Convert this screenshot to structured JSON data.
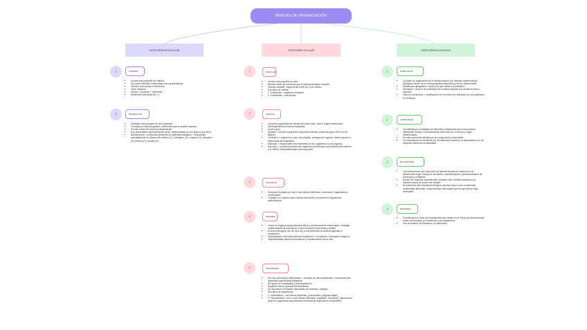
{
  "title": "NIVELES DE ORGANIZACIÓN",
  "colors": {
    "root": "#9b8cf2",
    "purple": "#dcdafc",
    "pink": "#ffd9dd",
    "green": "#d2f5da"
  },
  "columns": [
    {
      "label": "CATEGORÍA MOLECULAR",
      "items": [
        {
          "num": "1",
          "tag": "ÁTOMOS",
          "desc": [
            "Unidad más pequeña de materia.",
            "No puede dividirse conservando sus caracteristicas.",
            "Tienden a asociarse a elementos.",
            "Tiene regiones:",
            "Núcleo = protones + neutrones",
            "Electrones (alrededor del *.)"
          ]
        },
        {
          "num": "2",
          "tag": "MOLÉCULAS",
          "desc": [
            "Cantidad más pequeña de una sustancia.",
            "Formada por átomos iguales o diferentes que se pueden separar.",
            "Pueden existir de manera independiente.",
            "Sus propiedades químico/físicas vienen determinadas por los átomos que tiene.",
            "Biomoléculas = moléculas presentes en sistemas biológicos. Compuestas principalmente de átomos de carbono (C), hidrógeno (H), oxígeno (O), nitrógeno (N), fósforo (P) y azufre (S)."
          ]
        }
      ]
    },
    {
      "label": "CATEGORÍA CELULAR",
      "items": [
        {
          "num": "1",
          "tag": "CÉLULAS",
          "desc": [
            "Unidad más pequeña de vida.",
            "Realiza todas las funciones que el sistema biológico requiere.",
            "Tamaño variable, mayormente entre 10 y 100 micras.",
            "Dos tipos de células:",
            "1. Eucariotas = organelos celulares.",
            "2. Procariotas = estructuras"
          ]
        },
        {
          "num": "2",
          "tag": "TEJIDOS",
          "desc": [
            "Conjunto organizado de células del mismo tipo, mismo origen embrionario.",
            "Desempeñan una función específica.",
            "Cuatro tipos:",
            "Epitelial = recubre superficies corporales internas a internas (aprox 60% de los tejidos).",
            "Conectivo = sostienen y unen otros tejidos, protegiendo órganos, dando soporte a estructuras del organismo.",
            "Muscular = responsable del movimiento de los organismos y sus órganos.",
            "Nervioso = controla funciones del organismo procesando los estímulos del exterior y el interior, desencadenando una respuesta."
          ]
        },
        {
          "num": "3",
          "tag": "ÓRGANOS",
          "desc": [
            "Estructura formada por dos o más tejidos diferentes, ordenados, organizados y coordinados.",
            "Trabajan en conjunto como unidad estructural y funcional en organismos pluricelulares."
          ]
        },
        {
          "num": "4",
          "tag": "SISTEMA",
          "desc": [
            "Grupo de órganos especializados afines y estrechamente relacionados. Trabajan coordinadamente para llevar a cabo funciones específicas y vitales.",
            "A veces participan uno de otros eg. boca pertenece al sistema digestivo y respiratorio.",
            "Superposición funcional (sistema respiratorio + circulatorio = transporte oxígeno).",
            "Imprescindibles para funcionamiento y mantenimiento de la vida."
          ]
        },
        {
          "num": "5",
          "tag": "ORGANISMO",
          "desc": [
            "Ser vivo individual y diferenciado = conjunto de macromoléculas + moléculas más pequeñas organizadas/integradas.",
            "Sin grado de complejidad y autorregulación.",
            "Equilibrio interno gracias al metabolismo.",
            "Se reproducen mediante intercambio de material y energía.",
            "Dos tipos de organismos:",
            "1. Unicelulares = una célula (bacterias, protozoarios y algunas algas).",
            "2. Pluricelulares = dos o más células (animales, vegetales, humanos) y ligeramos a partir de organismos pluricelulares formados de organismos unicelulares."
          ]
        }
      ]
    },
    {
      "label": "CATEGORÍA ECOLÓGICA",
      "items": [
        {
          "num": "1",
          "tag": "POBLACIÓN",
          "desc": [
            "Conjunto de organismos de la misma especie con mismas características biológicas dentro de un área geográfica específica y tiempo determinado.",
            "Distribución geográfica = área en la que habita una población.",
            "Densidad = número de individuos de la misma especie por unidad de área o volumen.",
            "Tasa de crecimiento = modificación en el número de individuos en una población en el tiempo."
          ]
        },
        {
          "num": "2",
          "tag": "COMUNIDAD",
          "desc": [
            "Constituida por la totalidad de diferentes poblaciones que viven juntas e interactúan directa o indirectamente entre ellas en un tiempo y lugar determinados.",
            "Su estructura está definida por su composición y diversidad.",
            "Su composición se conforma por los diferentes especies; la abundancia o no de especies determina la diversidad."
          ]
        },
        {
          "num": "3",
          "tag": "ECOSISTEMA",
          "desc": [
            "Las interacciones que hay entre los factores abióticos y bióticos en un determinado lugar. Incluye la circulación, transformación y almacenamiento de la energía y nutrientes.",
            "Suelen ser regiones naturales pero pueden sufrir cambios causados por factores físicos, la acción del hombre.",
            "Se presentan alta diversidad biológica, aportan mayor a los condiciones ambientales adversas, recuperándose más rápido que los que tienen baja diversidad."
          ]
        },
        {
          "num": "4",
          "tag": "BIOSFERA",
          "desc": [
            "Constituida por todos los ecosistemas que existen en la Tierra, las interacciones entre comunidades y el ambiente y sus organismos.",
            "Son la biosfera: la hidrosfera y la atmósfera."
          ]
        }
      ]
    }
  ]
}
